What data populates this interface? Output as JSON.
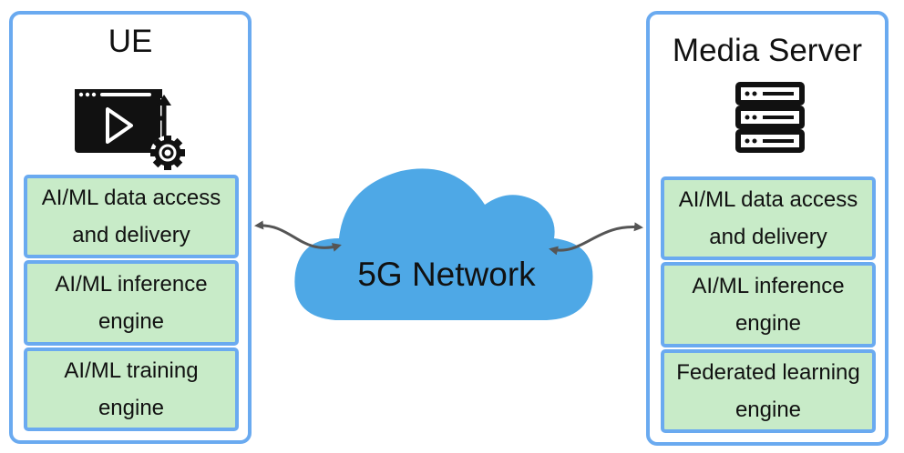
{
  "ue": {
    "title": "UE",
    "icon": "video-settings-icon",
    "modules": [
      {
        "label": "AI/ML data access\nand delivery"
      },
      {
        "label": "AI/ML inference\nengine"
      },
      {
        "label": "AI/ML training\nengine"
      }
    ]
  },
  "server": {
    "title": "Media Server",
    "icon": "server-rack-icon",
    "modules": [
      {
        "label": "AI/ML data access\nand delivery"
      },
      {
        "label": "AI/ML inference\nengine"
      },
      {
        "label": "Federated learning\nengine"
      }
    ]
  },
  "network": {
    "label": "5G Network",
    "icon": "cloud-icon"
  },
  "colors": {
    "panel_border": "#6aaaf0",
    "module_fill": "#c8ebc8",
    "cloud_fill": "#4ea8e6",
    "arrow": "#555555"
  }
}
